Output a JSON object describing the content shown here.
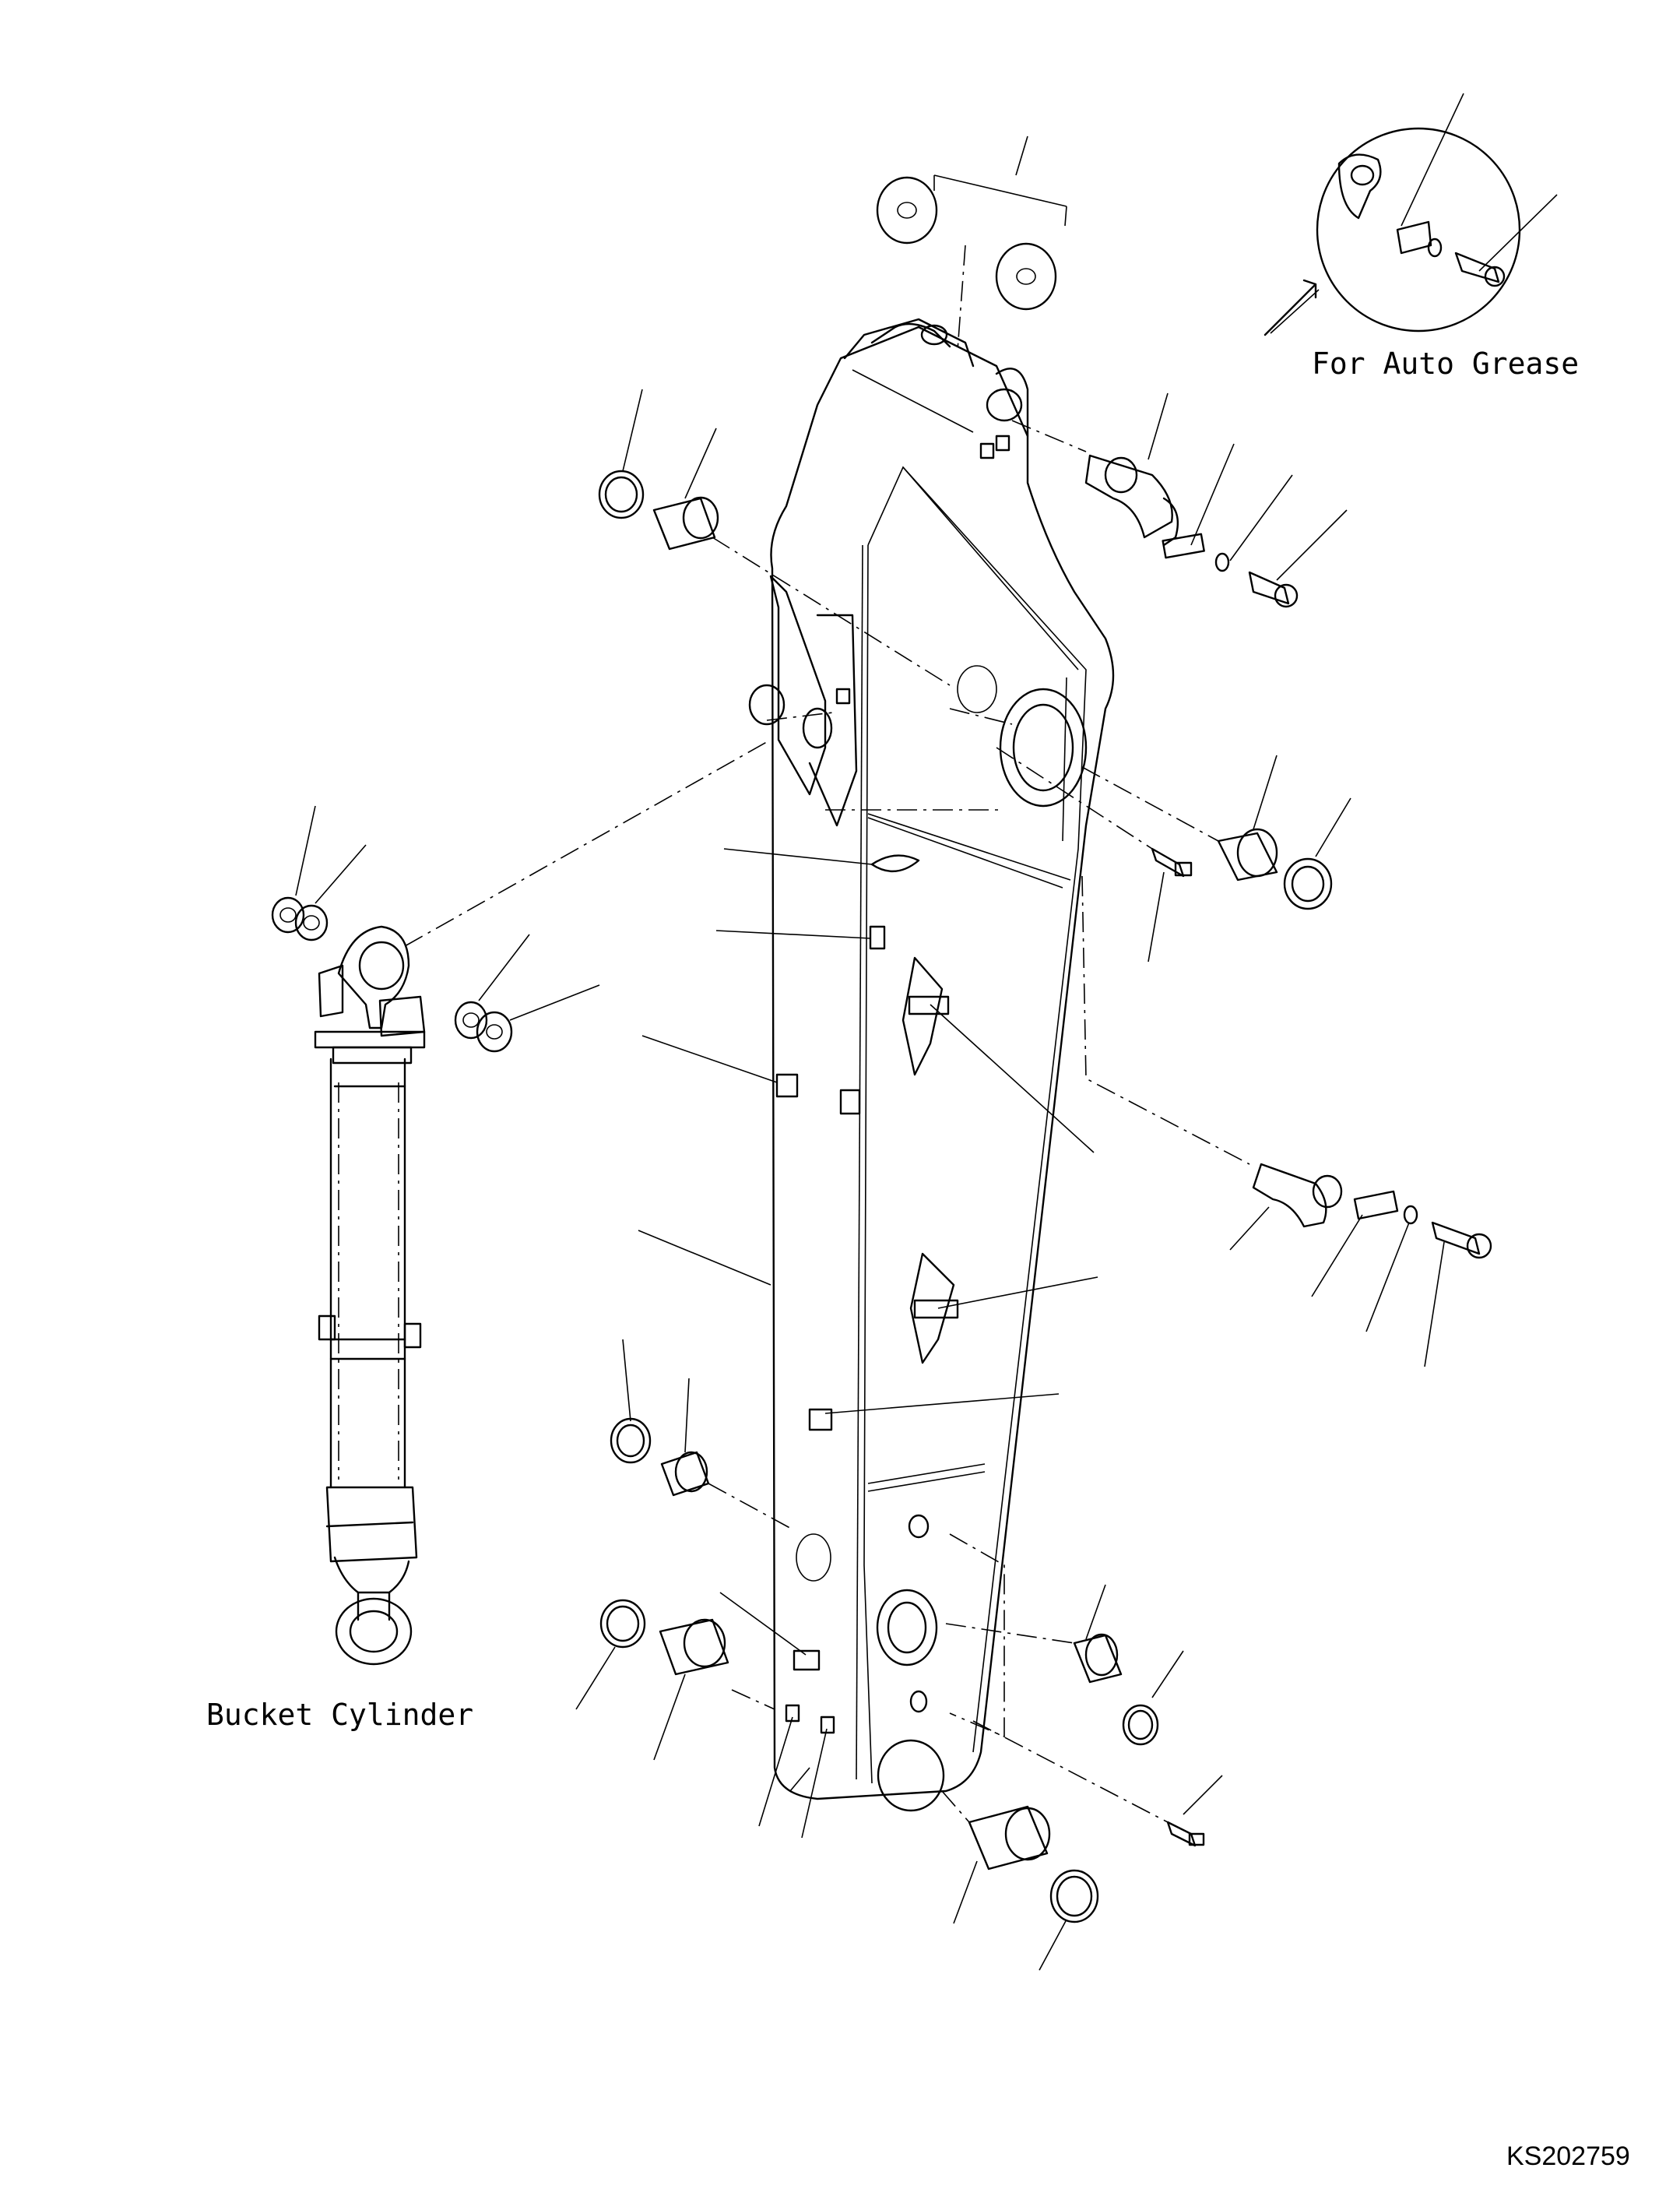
{
  "labels": {
    "auto_grease": "For Auto Grease",
    "bucket_cylinder": "Bucket Cylinder",
    "drawing_code": "KS202759"
  }
}
